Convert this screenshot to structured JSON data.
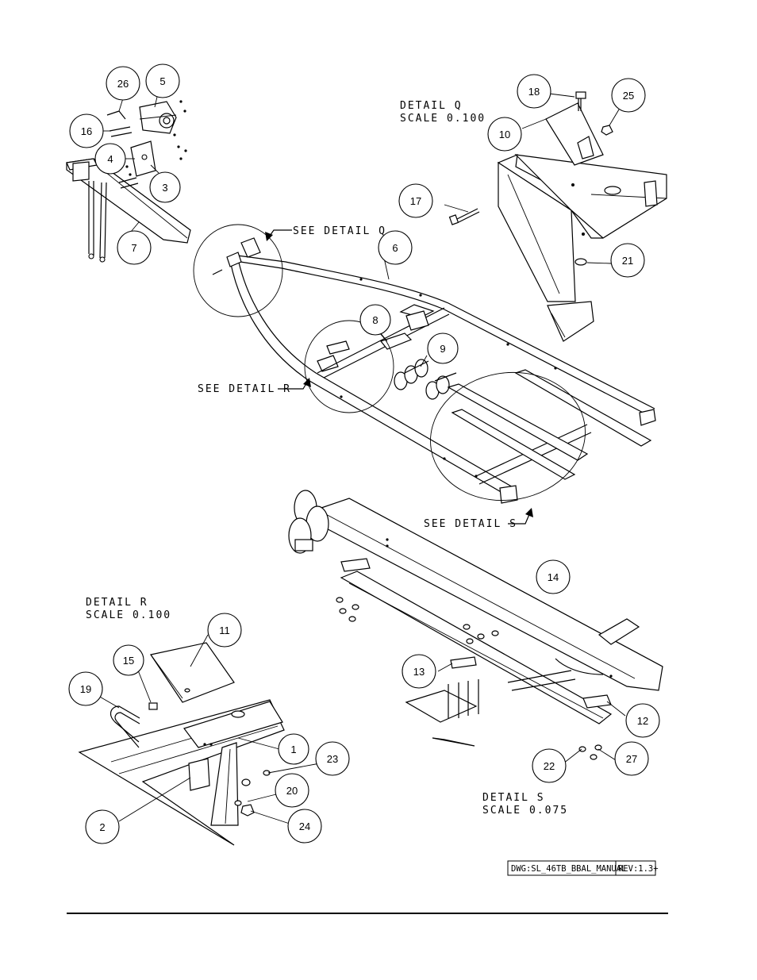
{
  "callouts": [
    {
      "num": "26"
    },
    {
      "num": "5"
    },
    {
      "num": "16"
    },
    {
      "num": "4"
    },
    {
      "num": "3"
    },
    {
      "num": "7"
    },
    {
      "num": "18"
    },
    {
      "num": "25"
    },
    {
      "num": "10"
    },
    {
      "num": "17"
    },
    {
      "num": "6"
    },
    {
      "num": "21"
    },
    {
      "num": "8"
    },
    {
      "num": "9"
    },
    {
      "num": "14"
    },
    {
      "num": "11"
    },
    {
      "num": "15"
    },
    {
      "num": "19"
    },
    {
      "num": "1"
    },
    {
      "num": "23"
    },
    {
      "num": "20"
    },
    {
      "num": "2"
    },
    {
      "num": "24"
    },
    {
      "num": "13"
    },
    {
      "num": "12"
    },
    {
      "num": "22"
    },
    {
      "num": "27"
    }
  ],
  "details": {
    "q": {
      "title": "DETAIL  Q",
      "scale": "SCALE  0.100",
      "see": "SEE DETAIL  Q"
    },
    "r": {
      "title": "DETAIL  R",
      "scale": "SCALE  0.100",
      "see": "SEE DETAIL  R"
    },
    "s": {
      "title": "DETAIL  S",
      "scale": "SCALE  0.075",
      "see": "SEE DETAIL  S"
    }
  },
  "title_block": {
    "dwg": "DWG:SL_46TB_BBAL_MANUAL",
    "rev": "REV:1.3+"
  }
}
